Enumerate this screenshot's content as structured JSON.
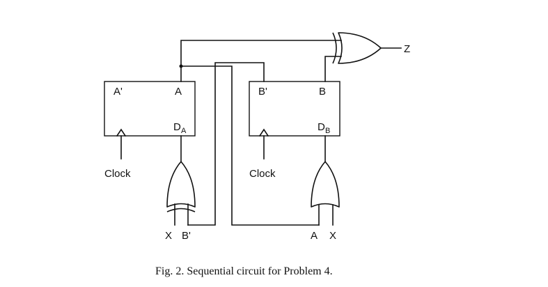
{
  "flipflop_a": {
    "q_bar_label": "A'",
    "q_label": "A",
    "d_label": "D",
    "d_sub": "A",
    "clock_label": "Clock"
  },
  "flipflop_b": {
    "q_bar_label": "B'",
    "q_label": "B",
    "d_label": "D",
    "d_sub": "B",
    "clock_label": "Clock"
  },
  "xor_a_inputs": {
    "in1": "X",
    "in2": "B'"
  },
  "or_b_inputs": {
    "in1": "A",
    "in2": "X"
  },
  "output_label": "Z",
  "caption": "Fig. 2.  Sequential circuit for Problem 4."
}
